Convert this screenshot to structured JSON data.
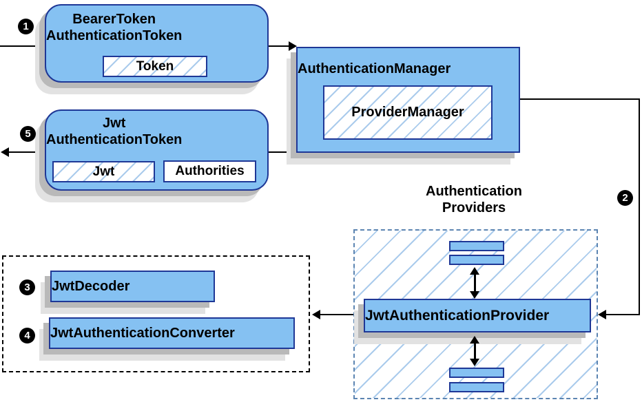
{
  "diagram": {
    "steps": {
      "s1": "1",
      "s2": "2",
      "s3": "3",
      "s4": "4",
      "s5": "5"
    },
    "nodes": {
      "bearer_token": {
        "title_line1": "BearerToken",
        "title_line2": "AuthenticationToken",
        "token_label": "Token"
      },
      "authentication_manager": {
        "title": "AuthenticationManager",
        "provider_manager_label": "ProviderManager"
      },
      "jwt_authentication_token": {
        "title_line1": "Jwt",
        "title_line2": "AuthenticationToken",
        "jwt_label": "Jwt",
        "authorities_label": "Authorities"
      },
      "authentication_providers_group": {
        "label_line1": "Authentication",
        "label_line2": "Providers"
      },
      "jwt_authentication_provider": {
        "title": "JwtAuthenticationProvider"
      },
      "jwt_decoder": {
        "title": "JwtDecoder"
      },
      "jwt_authentication_converter": {
        "title": "JwtAuthenticationConverter"
      }
    },
    "colors": {
      "node_fill": "#85c1f2",
      "node_border": "#1e3796",
      "hatch": "#aacbec",
      "dashed_blue": "#5b84b1",
      "shadow_dark": "#b9b9b9",
      "shadow_light": "#e2e2e2",
      "arrow": "#000000"
    }
  }
}
